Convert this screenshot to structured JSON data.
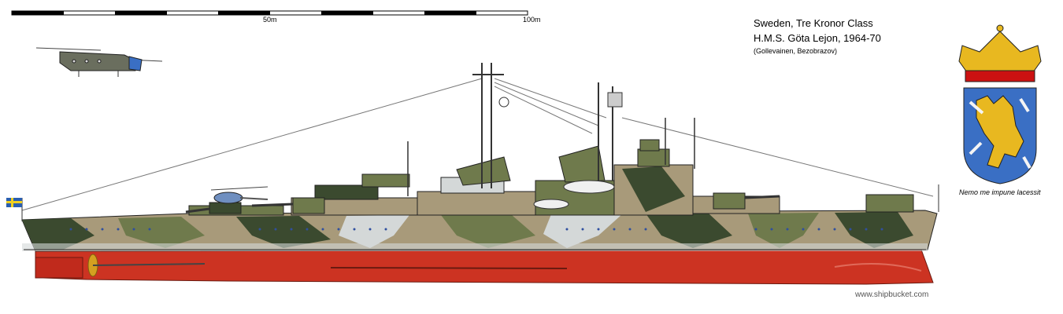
{
  "title": {
    "line1": "Sweden, Tre Kronor Class",
    "line2": "H.M.S. Göta Lejon, 1964-70",
    "credit": "(Gollevainen, Bezobrazov)"
  },
  "scale": {
    "mid_label": "50m",
    "end_label": "100m"
  },
  "coat_of_arms": {
    "motto": "Nemo me impune lacessit"
  },
  "footer": {
    "site": "www.shipbucket.com"
  },
  "colors": {
    "hull_red": "#cc3322",
    "camo_dark_green": "#3b4a2f",
    "camo_olive": "#6f7a4c",
    "camo_tan": "#a89a7a",
    "camo_light": "#d4d8d8",
    "shield_blue": "#3a6fc4",
    "crown_red": "#cc1111",
    "gold": "#e8b820"
  }
}
